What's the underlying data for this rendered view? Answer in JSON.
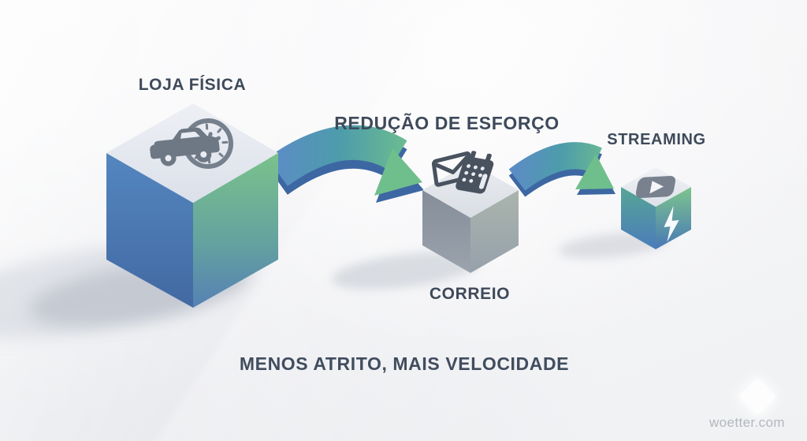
{
  "diagram": {
    "steps": [
      {
        "id": "loja-fisica",
        "label": "LOJA FÍSICA",
        "icons": [
          "car-icon",
          "clock-icon"
        ],
        "cube_size": "large",
        "cube_colors": {
          "top": "#e9ecf2",
          "left": "#4a7ab2",
          "right_top": "#7ac28b",
          "right_bottom": "#5681b4"
        }
      },
      {
        "id": "correio",
        "label": "CORREIO",
        "icons": [
          "envelope-icon",
          "calendar-device-icon"
        ],
        "cube_size": "medium",
        "cube_colors": {
          "top": "#e6eaef",
          "left": "#8a939e",
          "right_top": "#a9b3ac",
          "right_bottom": "#96a1ab"
        }
      },
      {
        "id": "streaming",
        "label": "STREAMING",
        "icons": [
          "play-button-icon",
          "lightning-icon"
        ],
        "cube_size": "small",
        "cube_colors": {
          "top": "#eef0f4",
          "left_top": "#57a596",
          "left_bottom": "#4a7cbb",
          "right_top": "#7dc58d",
          "right_bottom": "#4878b6"
        }
      }
    ],
    "arrows": [
      {
        "from": "loja-fisica",
        "to": "correio",
        "style": "curved-gradient"
      },
      {
        "from": "correio",
        "to": "streaming",
        "style": "curved-gradient"
      }
    ],
    "caption": "REDUÇÃO DE ESFORÇO",
    "tagline": "MENOS ATRITO, MAIS VELOCIDADE",
    "watermark": "woetter.com",
    "accent_colors": {
      "arrow_blue": "#5b8dc4",
      "arrow_teal": "#4d9cab",
      "arrow_green": "#6fc08d",
      "arrow_underside": "#3d67a2",
      "text": "#3e4a5a",
      "watermark_text": "#b3b7bd"
    }
  }
}
